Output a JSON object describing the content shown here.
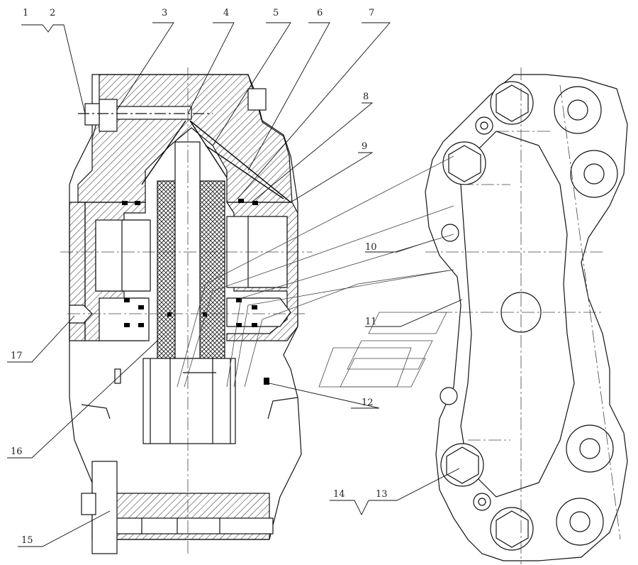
{
  "callouts": {
    "c1": "1",
    "c2": "2",
    "c3": "3",
    "c4": "4",
    "c5": "5",
    "c6": "6",
    "c7": "7",
    "c8": "8",
    "c9": "9",
    "c10": "10",
    "c11": "11",
    "c12": "12",
    "c13": "13",
    "c14": "14",
    "c15": "15",
    "c16": "16",
    "c17": "17"
  },
  "colors": {
    "line": "#111111",
    "hatch": "#333333",
    "centerline": "#444444",
    "background": "#ffffff"
  }
}
